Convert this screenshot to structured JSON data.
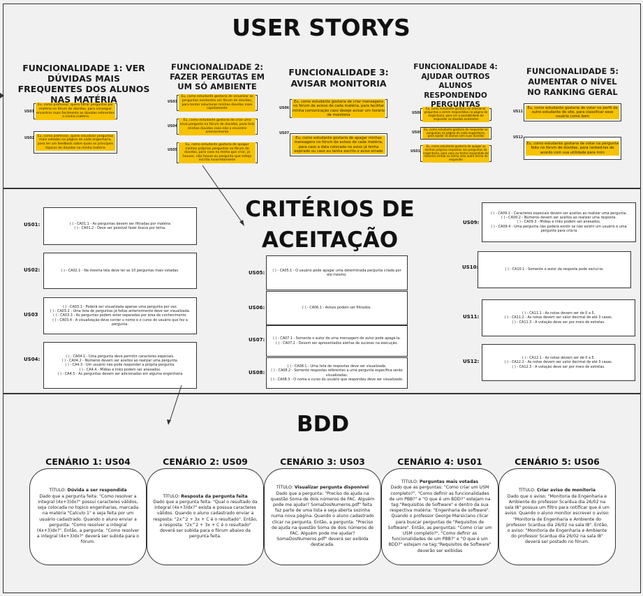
{
  "main_title": "USER STORYS",
  "features": [
    {
      "title": "FUNCIONALIDADE 1: VER DÚVIDAS MAIS FREQUENTES DOS ALUNOS NAS MATÉRIA",
      "stories": [
        {
          "tag": "US01",
          "text": "Eu, como professor, quero filtrar perguntas por matéria no fórum de dúvidas, para conseguir encontrar mais facilmente as dúvidas referentes a minha matéria"
        },
        {
          "tag": "US02",
          "text": "Eu, como professor, quero visualizar perguntas mais votadas na página de cada engenharia, para ter um feedback sobre quais os principais tópicos de dúvidas na minha matéria"
        }
      ]
    },
    {
      "title": "FUNCIONALIDADE 2: FAZER PERGUTAS EM UM SÓ AMBIENTE",
      "stories": [
        {
          "tag": "US03",
          "text": "Eu, como estudante gostaria de visualizar as perguntas existentes em fórum de dúvidas, para tentar solucionar minhas dúvidas mais rapidamente"
        },
        {
          "tag": "US04",
          "text": "Eu, como estudante gostaria de criar uma nova pergunta no fórum de dúvidas, para tirar minhas dúvidas caso não a encontre anteriormente"
        },
        {
          "tag": "US05",
          "text": "Eu, como estudante gostaria de apagar minhas próprias perguntas no fórum de dúvidas, para caso eu tenha que criar, já houver, não houve ou pergunta que esteja escrita incorretamente"
        }
      ]
    },
    {
      "title": "FUNCIONALIDADE 3: AVISAR MONITORIA",
      "stories": [
        {
          "tag": "US06",
          "text": "Eu, como estudante gostaria de criar mensagens no fórum de avisos de cada matéria, para facilitar minha comunicação caso deseje avisar um horário de monitoria"
        },
        {
          "tag": "US07",
          "text": "Eu, como estudante gostaria de apagar minhas mensagens no fórum de avisos de cada matéria, para caso a data colocada no aviso já tenha expirado ou caso eu tenha escrito o aviso errado"
        }
      ]
    },
    {
      "title": "FUNCIONALIDADE 4: AJUDAR OUTROS ALUNOS RESPONDENDO PERGUNTAS",
      "stories": [
        {
          "tag": "US08",
          "text": "Eu, como estudante gostaria de selecionar perguntas a serem respondidas na página de engenharia, para ver a possibilidade de responder as dúvidas existentes"
        },
        {
          "tag": "US09",
          "text": "Eu, como estudante gostaria de responder as perguntas na página de cada engenharia, para ajudar os alunos com suas dúvidas"
        },
        {
          "tag": "US010",
          "text": "Eu, como estudante gostaria de apagar as minhas próprias respostas nas perguntas da engenharia, para caso eu tenha respondido de maneira errada ou tenha uma outra forma de responder"
        }
      ]
    },
    {
      "title": "FUNCIONALIDADE 5: AUMENTAR O NÍVEL NO RANKING GERAL",
      "stories": [
        {
          "tag": "US11",
          "text": "Eu, como estudante gostaria de votar no perfil de outro estudante do site, para classificar esse usuário como bom"
        },
        {
          "tag": "US12",
          "text": "Eu, como estudante gostaria de votar na pergunta feita no fórum de dúvidas, para ranked-las de acordo com sua utilidade para mim"
        }
      ]
    }
  ],
  "criteria_title_1": "CRITÉRIOS DE",
  "criteria_title_2": "ACEITAÇÃO",
  "criteria": [
    {
      "label": "US01:",
      "lines": [
        "( ) - CA01.1 - As perguntas devem ser filtradas por matéria",
        "( ) - CA01.2 - Deve ser possível fazer busca por tema."
      ]
    },
    {
      "label": "US02:",
      "lines": [
        "( ) - CA02.1 - Na mesma tela deve ter as 10 perguntas mais votadas."
      ]
    },
    {
      "label": "US03",
      "lines": [
        "( ) - CA03.1 - Poderá ser visualizada apenas uma pergunta por vez.",
        "( ) - CA03.2 - Uma lista de perguntas já feitas anteriormente deve ser visualizada.",
        "( ) - CA03.3 - As perguntas podem estar separadas por área de conhecimento.",
        "( ) - CA03.4 - A visualização deve conter o nome e o curso do usuário que fez a pergunta."
      ]
    },
    {
      "label": "US04:",
      "lines": [
        "( ) - CA04.1 - Uma pergunta deve permitir caracteres especiais.",
        "( ) - CA04.2 - Números devem ser aceitos ao realizar uma pergunta.",
        "( ) - CA4.3 - Um usuário não pode responder a própria pergunta.",
        "( ) - CA4.4 - Mídias e links podem ser anexados.",
        "( ) - CA4.5 - As perguntas devem ser adicionadas em alguma engenharia"
      ]
    },
    {
      "label": "US05:",
      "lines": [
        "( ) - CA05.1 - O usuário pode apagar uma determinada pergunta criada por ele mesmo."
      ]
    },
    {
      "label": "US06:",
      "lines": [
        "( ) - CA06.1 - Avisos podem ser filtrados."
      ]
    },
    {
      "label": "US07:",
      "lines": [
        "( ) - CA07.1 - Somente o autor de uma mensagem de aviso pode apagá-la.",
        "( ) - CA07.2 - Devem ser apresentados alertas de sucesso na execução."
      ]
    },
    {
      "label": "US08:",
      "lines": [
        "( ) - CA08.1 - Uma lista de respostas deve ser visualizada.",
        "( ) - CA08.2 - Somente respostas referentes a uma pergunta específica serão visualizadas.",
        "( ) - CA08.3 - O nome e curso do usuário que respondeu deve ser visualizado."
      ]
    },
    {
      "label": "US09:",
      "lines": [
        "( ) - CA09.1 - Caracteres especiais devem ser aceitos ao realizar uma pergunta.",
        "( ) - CA09.2 - Números devem ser aceitos ao realizar uma resposta.",
        "( ) - CA09.3 - Mídias e links podem ser anexados.",
        "( ) - CA09.4 - Uma pergunta não poderá existir se não existir um usuário e uma pergunta para criá-la"
      ]
    },
    {
      "label": "US10:",
      "lines": [
        "( ) - CA10.1 - Somente o autor da resposta pode excluí-la."
      ]
    },
    {
      "label": "US11:",
      "lines": [
        "( ) - CA11.1 - As notas devem ser de 0 a 5.",
        "( ) - CA11.2 - As notas devem ser valor decimal de até 3 casas.",
        "( ) - CA11.3 - A votação deve ser por meio de estrelas."
      ]
    },
    {
      "label": "US12:",
      "lines": [
        "( ) - CA12.1 - As notas devem ser de 0 a 5.",
        "( ) - CA12.2 - As notas devem ser valor decimal de até 3 casas.",
        "( ) - CA12.3 - A votação deve ser por meio de estrelas."
      ]
    }
  ],
  "bdd_title": "BDD",
  "scenarios": [
    {
      "title": "CENÁRIO 1: US04",
      "label": "TÍTULO: ",
      "name": "Dúvida a ser respondida",
      "body": "Dado que a pergunta feita: \"Como resolver a integral (4x+3)dx?\" possui caracteres válidos, seja colocada no topico engenharias, marcada na matéria \"Calculo 1\" e seja feita por um usuário cadastrado. Quando o aluno enviar a pergunta: \"Como resolver a integral (4x+3)dx?\". Então, a pergunta: \"Como resolver a integral (4x+3)dx?\" deverá ser subida para o fórum."
    },
    {
      "title": "CENÁRIO 2: US09",
      "label": "TÍTULO: ",
      "name": "Resposta da pergunta feita",
      "body": "Dado que a pergunta feita: \"Qual o resultado da integral (4x+3)dx?\" exista e possua caracteres válidos. Quando o aluno cadastrado enviar a resposta: \"2x^2 + 3x + C é o resultado\". Então, a resposta: \"2x^2 + 3x + C é o resultado\" deverá ser subida para o fórum abaixo da pergunta feita."
    },
    {
      "title": "CENÁRIO 3: US03",
      "label": "TÍTULO: ",
      "name": "Visualizar pergunta disponível",
      "body": "Dado que a pergunta: \"Preciso de ajuda na questão Soma de dois números de FAC. Alguém pode me ajudar? SomaDosNumeros.pdf\" feita faz parte de uma lista e seja aberta sozinha numa nova página. Quando o aluno cadastrado clicar na pergunta. Então, a pergunta: \"Preciso de ajuda na questão Soma de dois números de FAC. Alguém pode me ajudar? SomaDosNumeros.pdf\" deverá ser exibida destacada."
    },
    {
      "title": "CENÁRIO 4: US01",
      "label": "TÍTULO: ",
      "name": "Perguntas mais votadas",
      "body": "Dado que as perguntas: \"Como criar um USM completo?\", \"Como definir as funcionalidades de um PBB?\" e \"O que é um BDD?\" estejam na tag:\"Requisitos de Software\" e dentro da sua respectiva matéria: \"Engenharia de software\". Quando o professor George Marsiciano clicar para buscar perguntas de \"Requisitos de Software\". Então, as perguntas: \"Como criar um USM completo?\", \"Como definir as funcionalidades de um PBB?\" e \"O que é um BDD?\" estejam na tag:\"Requisitos de Software\" deverão ser exibidas"
    },
    {
      "title": "CENÁRIO 5: US06",
      "label": "TÍTULO: ",
      "name": "Criar aviso de monitoria",
      "body": "Dado que o aviso: \"Monitoria de Engenharia e Ambiente do professor Scardua dia 26/02 na sala I8\" possua um filtro para notificar que é um aviso. Quando o aluno monitor escrever o aviso: \"Monitoria de Engenharia e Ambiente do professor Scardua dia 26/02 na sala I8\". Então, o aviso: \"Monitoria de Engenharia e Ambiente do professor Scardua dia 26/02 na sala I8\" deverá ser postado no fórum."
    }
  ]
}
